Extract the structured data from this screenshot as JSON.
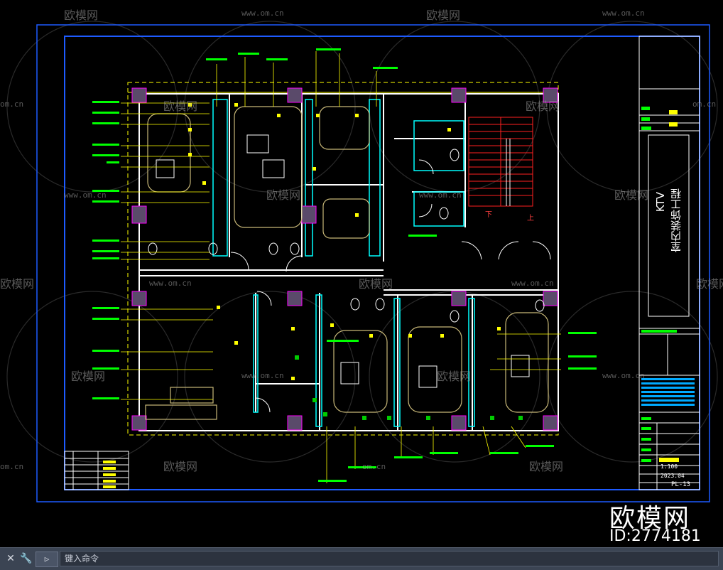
{
  "drawing": {
    "project_title_latin": "KTV",
    "project_title_cn": "室内装饰工程",
    "sheet_number": "PL-13",
    "scale": "1:100",
    "date": "2023.04",
    "stair_down": "下",
    "stair_up": "上"
  },
  "watermark": {
    "logo_text": "欧模网",
    "url_text": "www.om.cn",
    "url_short": "om.cn",
    "brand": "欧模网",
    "id_text": "ID:2774181"
  },
  "command_bar": {
    "close_icon": "close-icon",
    "tools_icon": "wrench-icon",
    "prompt_label": "▷",
    "input_placeholder": "键入命令"
  },
  "colors": {
    "background": "#000000",
    "frame_blue": "#1e5bff",
    "wall_white": "#ffffff",
    "cad_green": "#00ff00",
    "cad_yellow": "#ffff00",
    "cad_cyan": "#00ffff",
    "cad_magenta": "#ff00ff",
    "stair_red": "#ff2020",
    "cmdbar_bg": "#3b4453"
  }
}
